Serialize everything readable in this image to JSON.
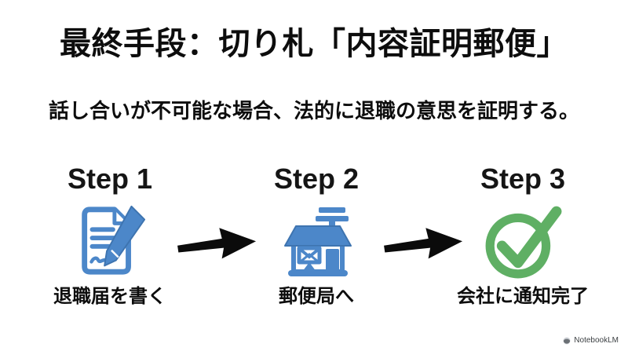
{
  "slide": {
    "title": "最終手段：切り札「内容証明郵便」",
    "subtitle": "話し合いが不可能な場合、法的に退職の意思を証明する。",
    "steps": [
      {
        "label": "Step 1",
        "caption": "退職届を書く",
        "icon": "resignation-letter-pen-icon"
      },
      {
        "label": "Step 2",
        "caption": "郵便局へ",
        "icon": "post-office-building-icon"
      },
      {
        "label": "Step 3",
        "caption": "会社に通知完了",
        "icon": "check-circle-icon"
      }
    ],
    "arrows": [
      "arrow-right-icon",
      "arrow-right-icon"
    ],
    "colors": {
      "icon_blue": "#4C87C9",
      "icon_blue_dark": "#3E74B0",
      "icon_green": "#5FAF64",
      "arrow_black": "#0b0b0b",
      "text_black": "#0d0d0d"
    },
    "footer": {
      "brand": "NotebookLM"
    }
  }
}
